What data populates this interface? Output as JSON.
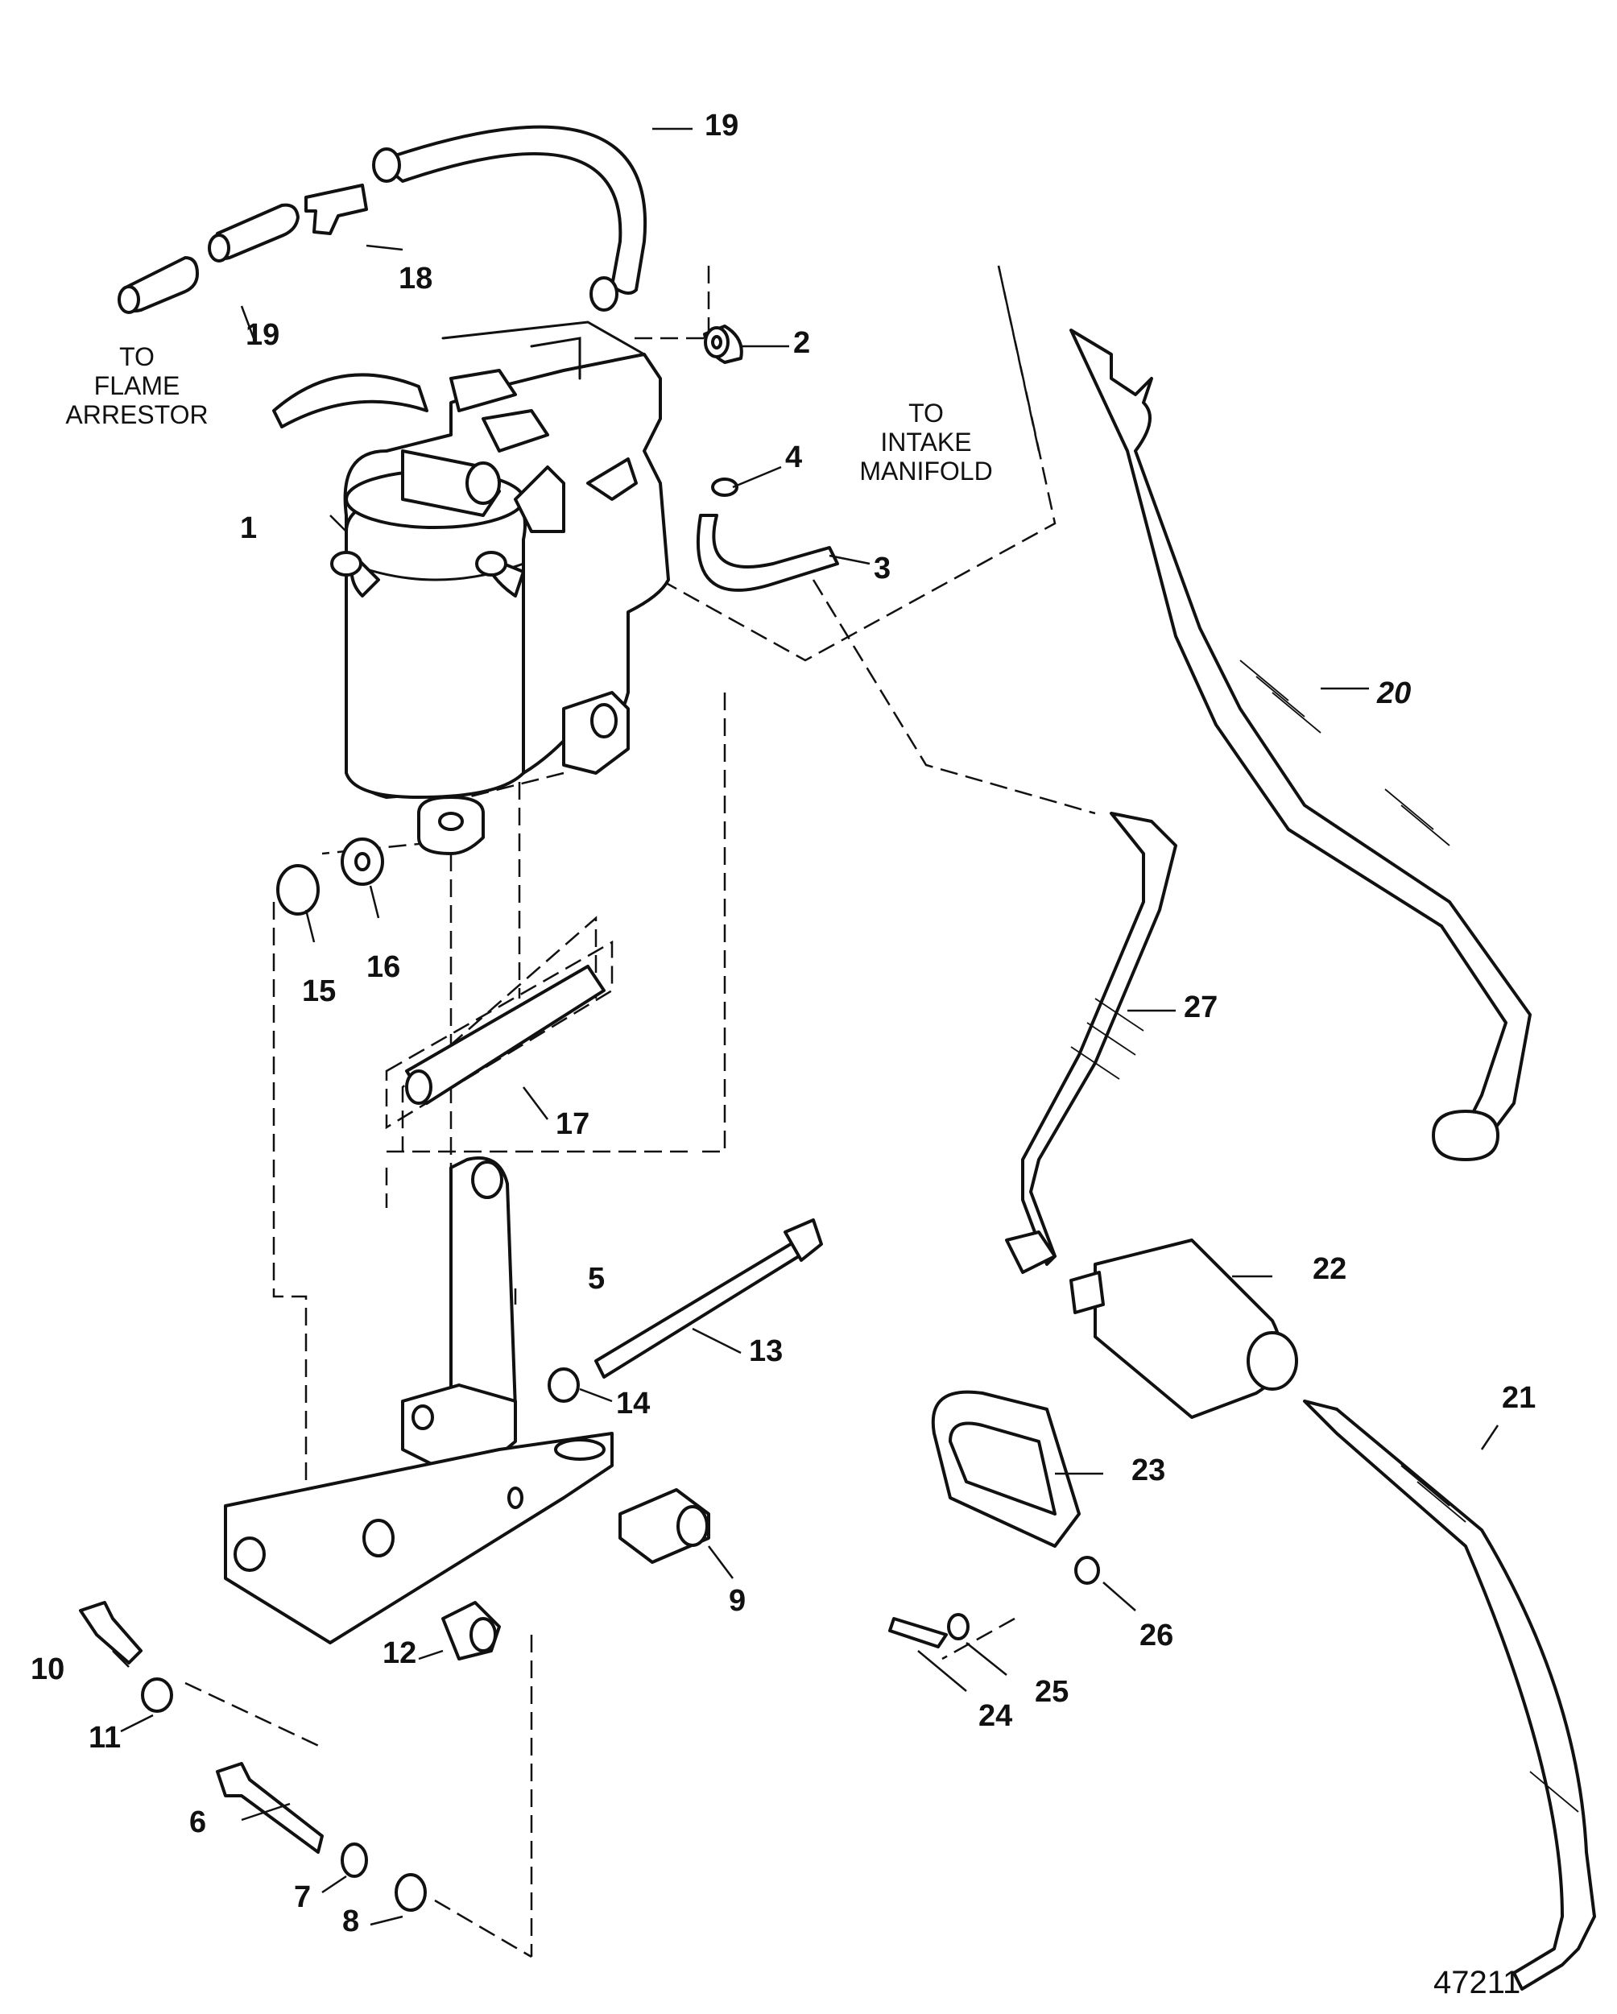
{
  "callouts": [
    "1",
    "2",
    "3",
    "4",
    "5",
    "6",
    "7",
    "8",
    "9",
    "10",
    "11",
    "12",
    "13",
    "14",
    "15",
    "16",
    "17",
    "18",
    "19",
    "19",
    "20",
    "21",
    "22",
    "23",
    "24",
    "25",
    "26",
    "27"
  ],
  "notes": {
    "flame_arrestor": [
      "TO",
      "FLAME",
      "ARRESTOR"
    ],
    "intake_manifold": [
      "TO",
      "INTAKE",
      "MANIFOLD"
    ]
  },
  "figure_number": "47211"
}
